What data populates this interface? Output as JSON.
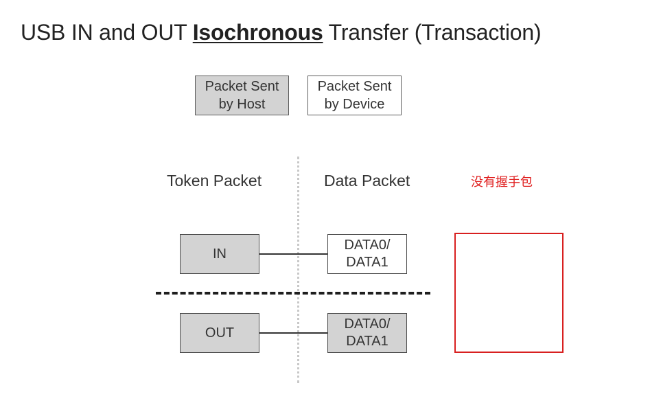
{
  "title": {
    "prefix": "USB IN and OUT ",
    "emphasis": "Isochronous",
    "suffix": " Transfer (Transaction)"
  },
  "legend": {
    "host": [
      "Packet Sent",
      "by Host"
    ],
    "device": [
      "Packet Sent",
      "by Device"
    ]
  },
  "columns": {
    "token": "Token Packet",
    "data": "Data Packet"
  },
  "annotation": "没有握手包",
  "rows": [
    {
      "token": "IN",
      "data": [
        "DATA0/",
        "DATA1"
      ]
    },
    {
      "token": "OUT",
      "data": [
        "DATA0/",
        "DATA1"
      ]
    }
  ],
  "colors": {
    "host_fill": "#d3d3d3",
    "device_fill": "#ffffff",
    "annotation": "#e02020",
    "highlight_box": "#d82020"
  }
}
